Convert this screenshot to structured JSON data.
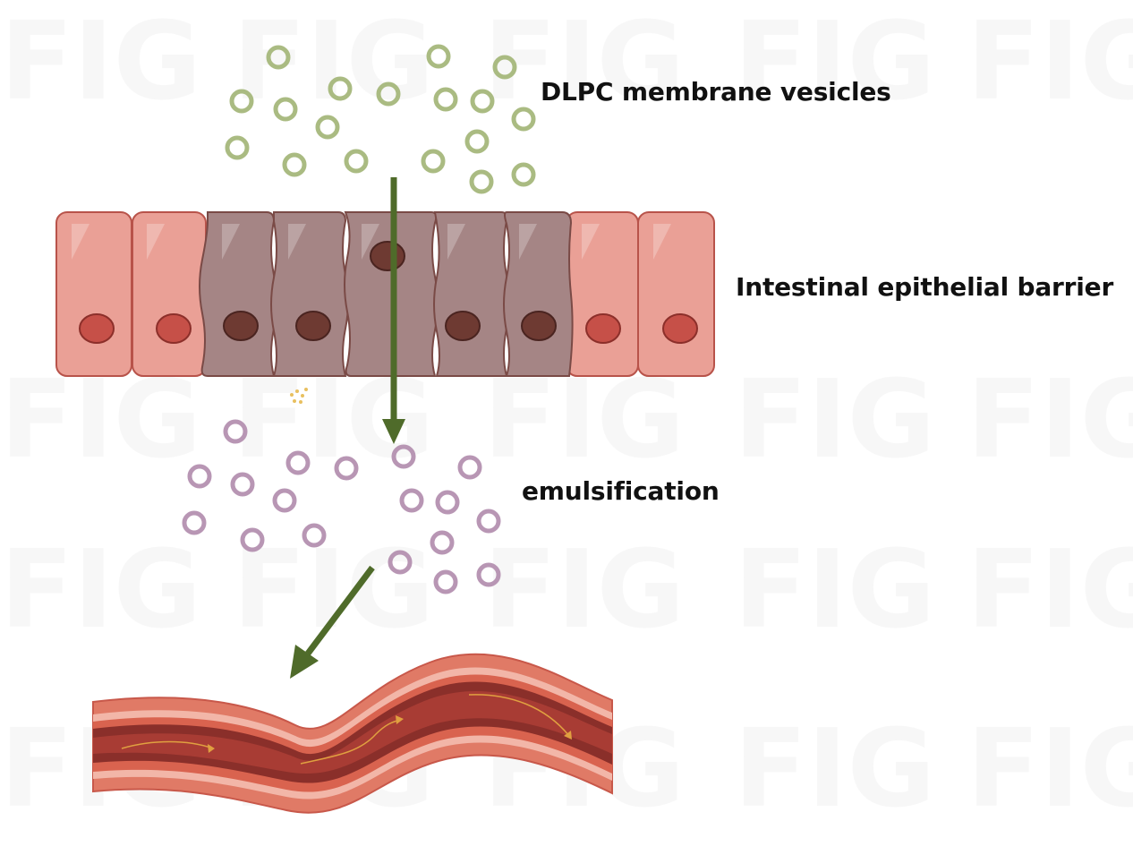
{
  "labels": {
    "vesicles": "DLPC membrane vesicles",
    "barrier": "Intestinal epithelial barrier",
    "emulsification": "emulsification"
  },
  "colors": {
    "vesicle_green": "#aabb82",
    "vesicle_purple": "#b896b4",
    "cell_pink": "#eaa096",
    "cell_dark": "#a58585",
    "nucleus_red": "#c65048",
    "nucleus_dark": "#6e3a32",
    "arrow": "#4f6b2a",
    "vessel_outer": "#e07a66",
    "vessel_inner": "#8a2f2a",
    "flow_arrow": "#e0a040"
  },
  "icons": {
    "vesicles": "green-vesicle-icon",
    "emulsified": "purple-vesicle-icon",
    "vessel": "blood-vessel-icon"
  }
}
